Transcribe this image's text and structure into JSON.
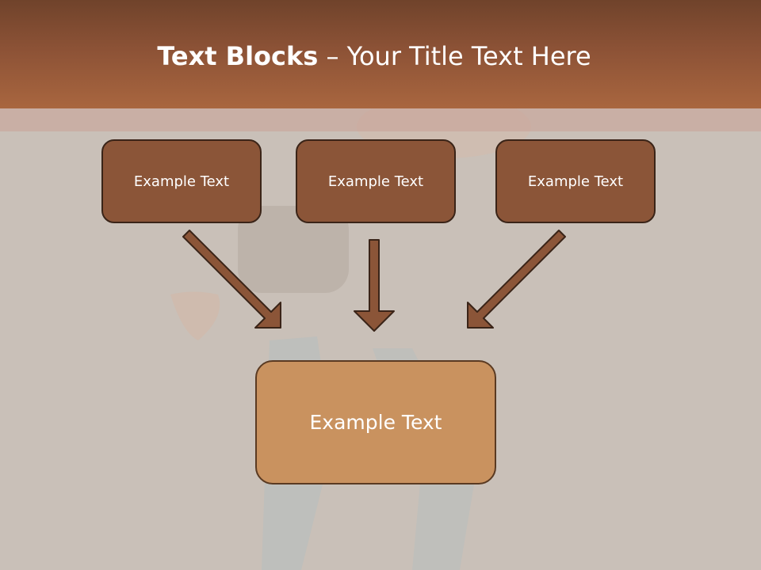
{
  "title": {
    "bold": "Text Blocks",
    "rest": " – Your Title Text Here"
  },
  "boxes": [
    {
      "label": "Example Text"
    },
    {
      "label": "Example Text"
    },
    {
      "label": "Example Text"
    }
  ],
  "target": {
    "label": "Example Text"
  },
  "colors": {
    "header": "#8c5236",
    "box": "#8b5538",
    "target_box": "#c9925f",
    "arrow": "#8b5538",
    "outline": "#3a2418"
  }
}
